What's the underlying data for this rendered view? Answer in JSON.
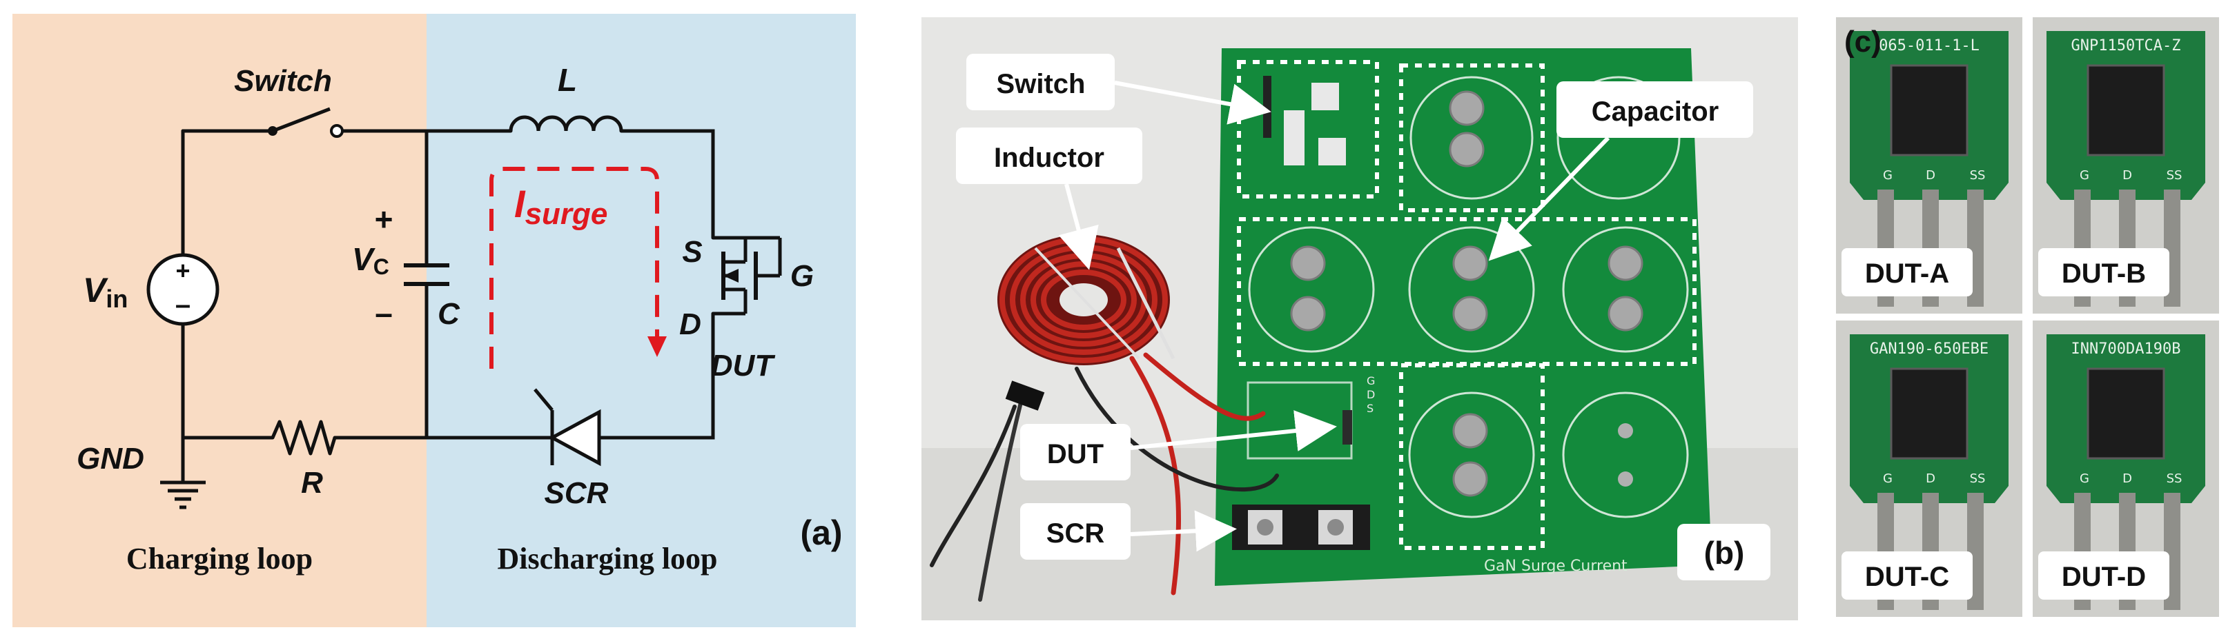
{
  "panel_a": {
    "label": "(a)",
    "switch_label": "Switch",
    "inductor_label": "L",
    "surge_current": {
      "main": "I",
      "sub": "surge"
    },
    "source": {
      "main": "V",
      "sub": "in"
    },
    "cap_voltage": {
      "main": "V",
      "sub": "C"
    },
    "cap_label": "C",
    "plus": "+",
    "minus": "–",
    "s_label": "S",
    "d_label": "D",
    "g_label": "G",
    "dut_label": "DUT",
    "gnd_label": "GND",
    "r_label": "R",
    "scr_label": "SCR",
    "charging_loop": "Charging loop",
    "discharging_loop": "Discharging loop",
    "colors": {
      "charging_bg": "#f9dcc4",
      "discharging_bg": "#cfe4ef",
      "surge": "#e0191f"
    }
  },
  "panel_b": {
    "label": "(b)",
    "callouts": {
      "switch": "Switch",
      "inductor": "Inductor",
      "capacitor": "Capacitor",
      "dut": "DUT",
      "scr": "SCR"
    },
    "board_silkscreen": "GaN Surge Current",
    "pin_labels": [
      "G",
      "D",
      "S"
    ],
    "colors": {
      "pcb": "#138a3c",
      "coil": "#b3231c"
    }
  },
  "panel_c": {
    "label": "(c)",
    "devices": [
      {
        "name": "DUT-A",
        "marking": "065-011-1-L",
        "pins": [
          "G",
          "D",
          "SS"
        ]
      },
      {
        "name": "DUT-B",
        "marking": "GNP1150TCA-Z",
        "pins": [
          "G",
          "D",
          "SS"
        ]
      },
      {
        "name": "DUT-C",
        "marking": "GAN190-650EBE",
        "pins": [
          "G",
          "D",
          "SS"
        ]
      },
      {
        "name": "DUT-D",
        "marking": "INN700DA190B",
        "pins": [
          "G",
          "D",
          "SS"
        ]
      }
    ]
  }
}
